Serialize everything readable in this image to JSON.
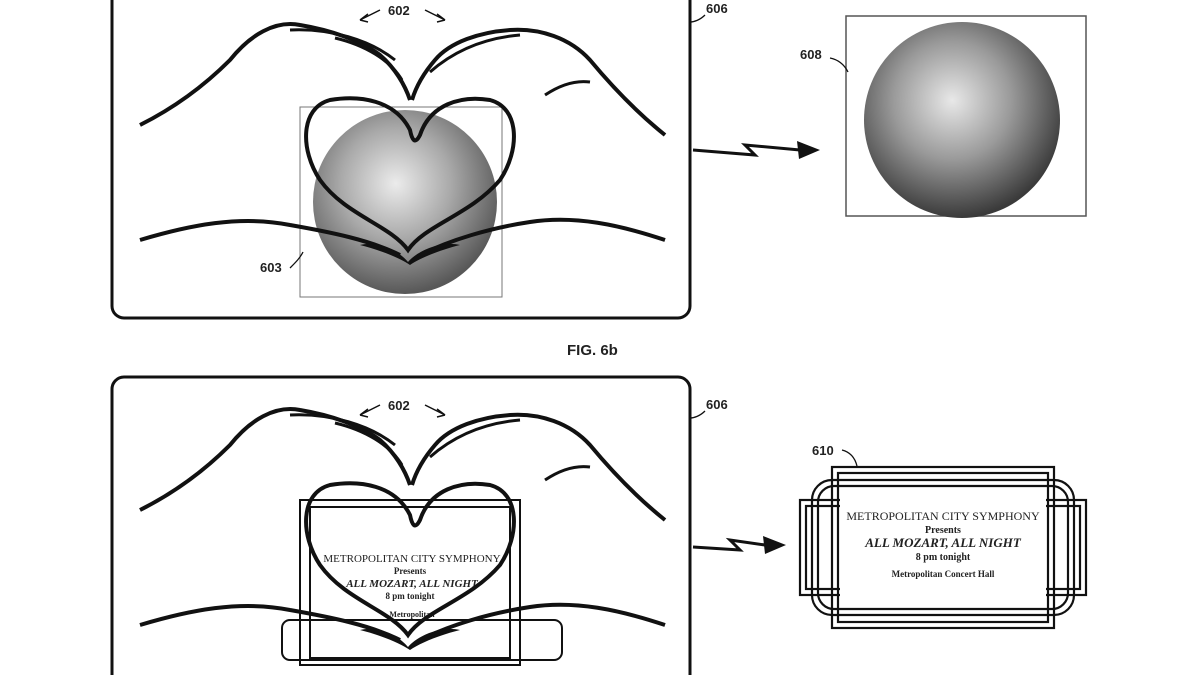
{
  "figure": {
    "caption": "FIG. 6b",
    "labels": {
      "hands": "602",
      "frame": "606",
      "captured_portrait": "603",
      "result_portrait": "608",
      "result_ticket": "610"
    },
    "ticket": {
      "line1": "METROPOLITAN CITY SYMPHONY",
      "line2": "Presents",
      "line3": "ALL MOZART, ALL NIGHT",
      "line4": "8 pm tonight",
      "line5": "Metropolitan Concert Hall"
    },
    "ticket_partial": {
      "line1": "METROPOLITAN CITY SYMPHONY",
      "line2": "Presents",
      "line3": "ALL MOZART, ALL NIGHT",
      "line4": "8 pm tonight",
      "line5": "Metropolitan"
    }
  }
}
